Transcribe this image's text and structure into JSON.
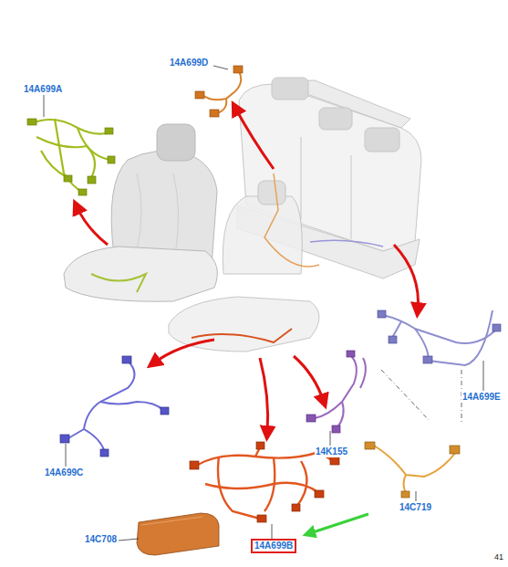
{
  "diagram": {
    "nodes": [
      {
        "text": [
          "14A699B"
        ]
      }
    ],
    "edges": [],
    "labels": [
      "14A699A",
      "14A699D",
      "14A699E",
      "14K155",
      "14A699C",
      "14C719",
      "14C708",
      "41"
    ]
  }
}
